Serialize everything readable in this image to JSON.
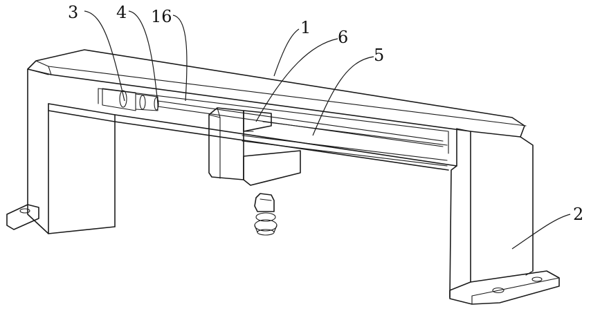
{
  "callouts": {
    "c3": "3",
    "c4": "4",
    "c16": "16",
    "c1": "1",
    "c6": "6",
    "c5": "5",
    "c2": "2"
  }
}
